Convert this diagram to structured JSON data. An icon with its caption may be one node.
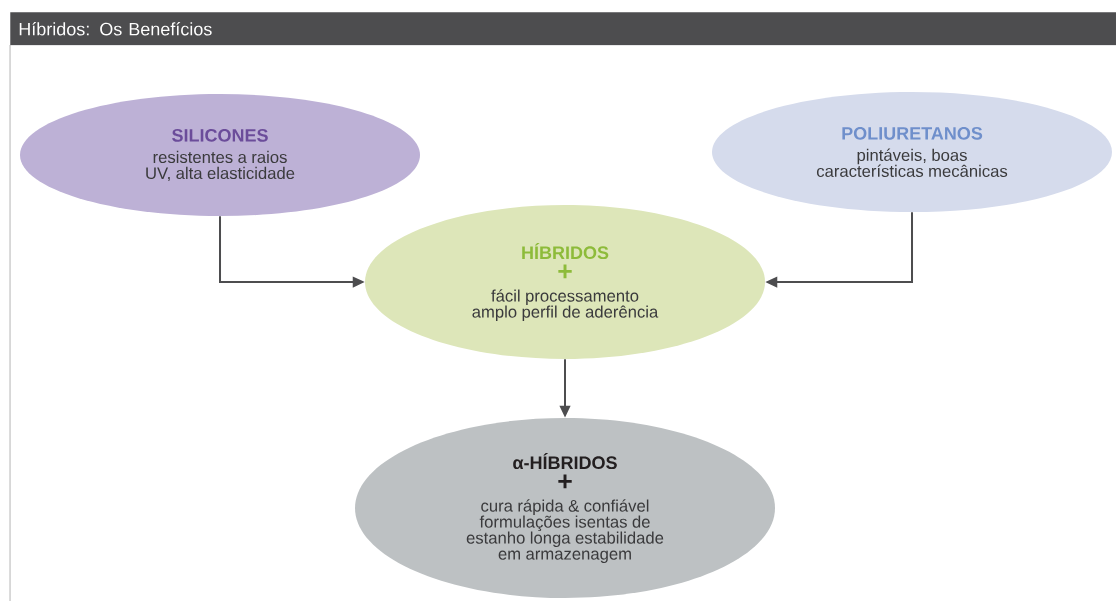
{
  "diagram": {
    "title": "Híbridos: Os Benefícios",
    "nodes": [
      {
        "text": [
          "SILICONES",
          "resistentes a raios UV, alta elasticidade"
        ]
      },
      {
        "text": [
          "POLIURETANOS",
          "pintáveis, boas características mecânicas"
        ]
      },
      {
        "text": [
          "HÍBRIDOS",
          "+",
          "fácil processamento amplo perfil de aderência"
        ]
      },
      {
        "text": [
          "α-HÍBRIDOS",
          "+",
          "cura rápida & confiável formulações isentas de estanho longa estabilidade em armazenagem"
        ]
      }
    ],
    "edges": [
      {
        "from": 0,
        "to": 2,
        "arrow": "to"
      },
      {
        "from": 1,
        "to": 2,
        "arrow": "to"
      },
      {
        "from": 2,
        "to": 3,
        "arrow": "to"
      }
    ]
  }
}
